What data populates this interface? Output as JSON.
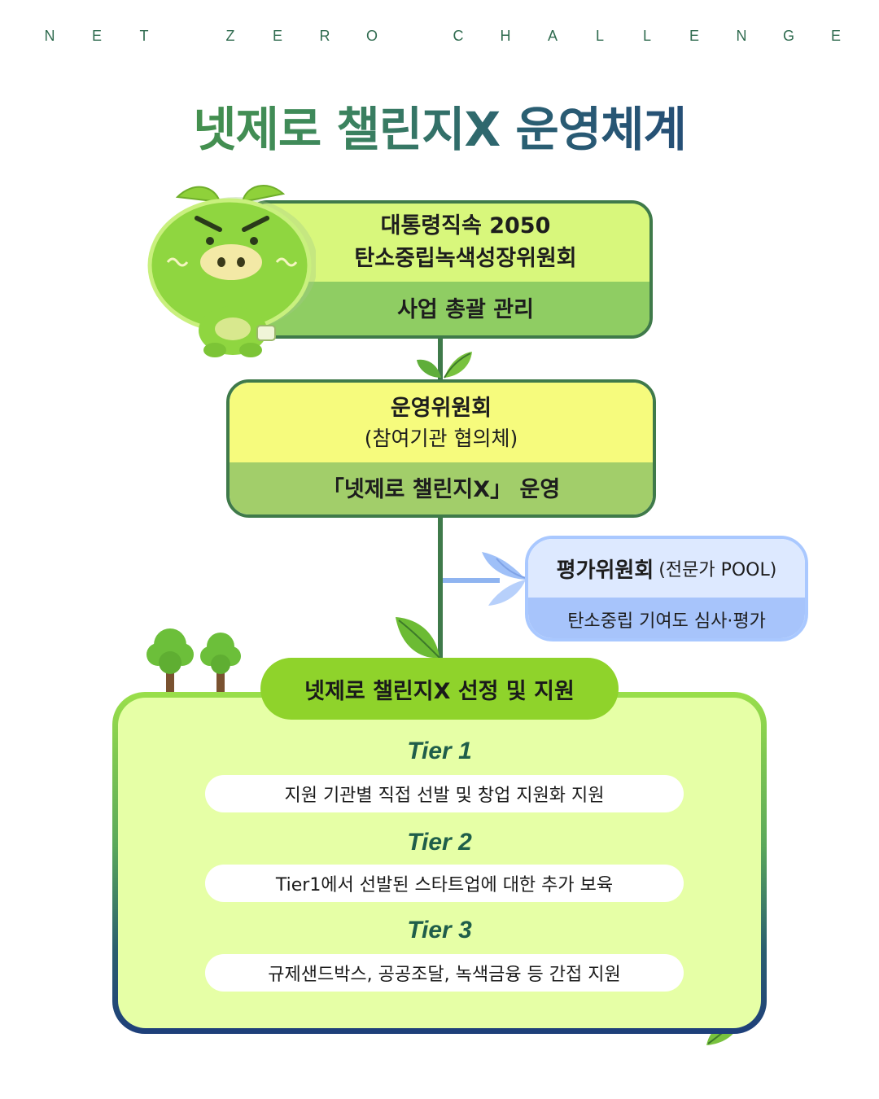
{
  "header": {
    "tagline_letters": [
      "N",
      "E",
      "T",
      "Z",
      "E",
      "R",
      "O",
      "C",
      "H",
      "A",
      "L",
      "L",
      "E",
      "N",
      "G",
      "E"
    ],
    "title": "넷제로 챌린지X 운영체계"
  },
  "committee": {
    "line1": "대통령직속 2050",
    "line2": "탄소중립녹색성장위원회",
    "role": "사업 총괄 관리"
  },
  "operating": {
    "name": "운영위원회",
    "detail": "(참여기관 협의체)",
    "role": "「넷제로 챌린지X」 운영"
  },
  "evaluation": {
    "name": "평가위원회",
    "detail": "(전문가 POOL)",
    "role": "탄소중립 기여도 심사·평가"
  },
  "selection": {
    "title": "넷제로 챌린지X 선정 및 지원",
    "tiers": [
      {
        "label": "Tier 1",
        "desc": "지원 기관별 직접 선발 및 창업 지원화 지원"
      },
      {
        "label": "Tier 2",
        "desc": "Tier1에서 선발된 스타트업에 대한 추가 보육"
      },
      {
        "label": "Tier 3",
        "desc": "규제샌드박스, 공공조달, 녹색금융 등 간접 지원"
      }
    ]
  },
  "colors": {
    "title_start": "#4e9a3a",
    "title_end": "#1f3a7a",
    "connector": "#3f7a4a",
    "eval_blue": "#a7c4fb",
    "tier_text": "#1f5e4a"
  }
}
